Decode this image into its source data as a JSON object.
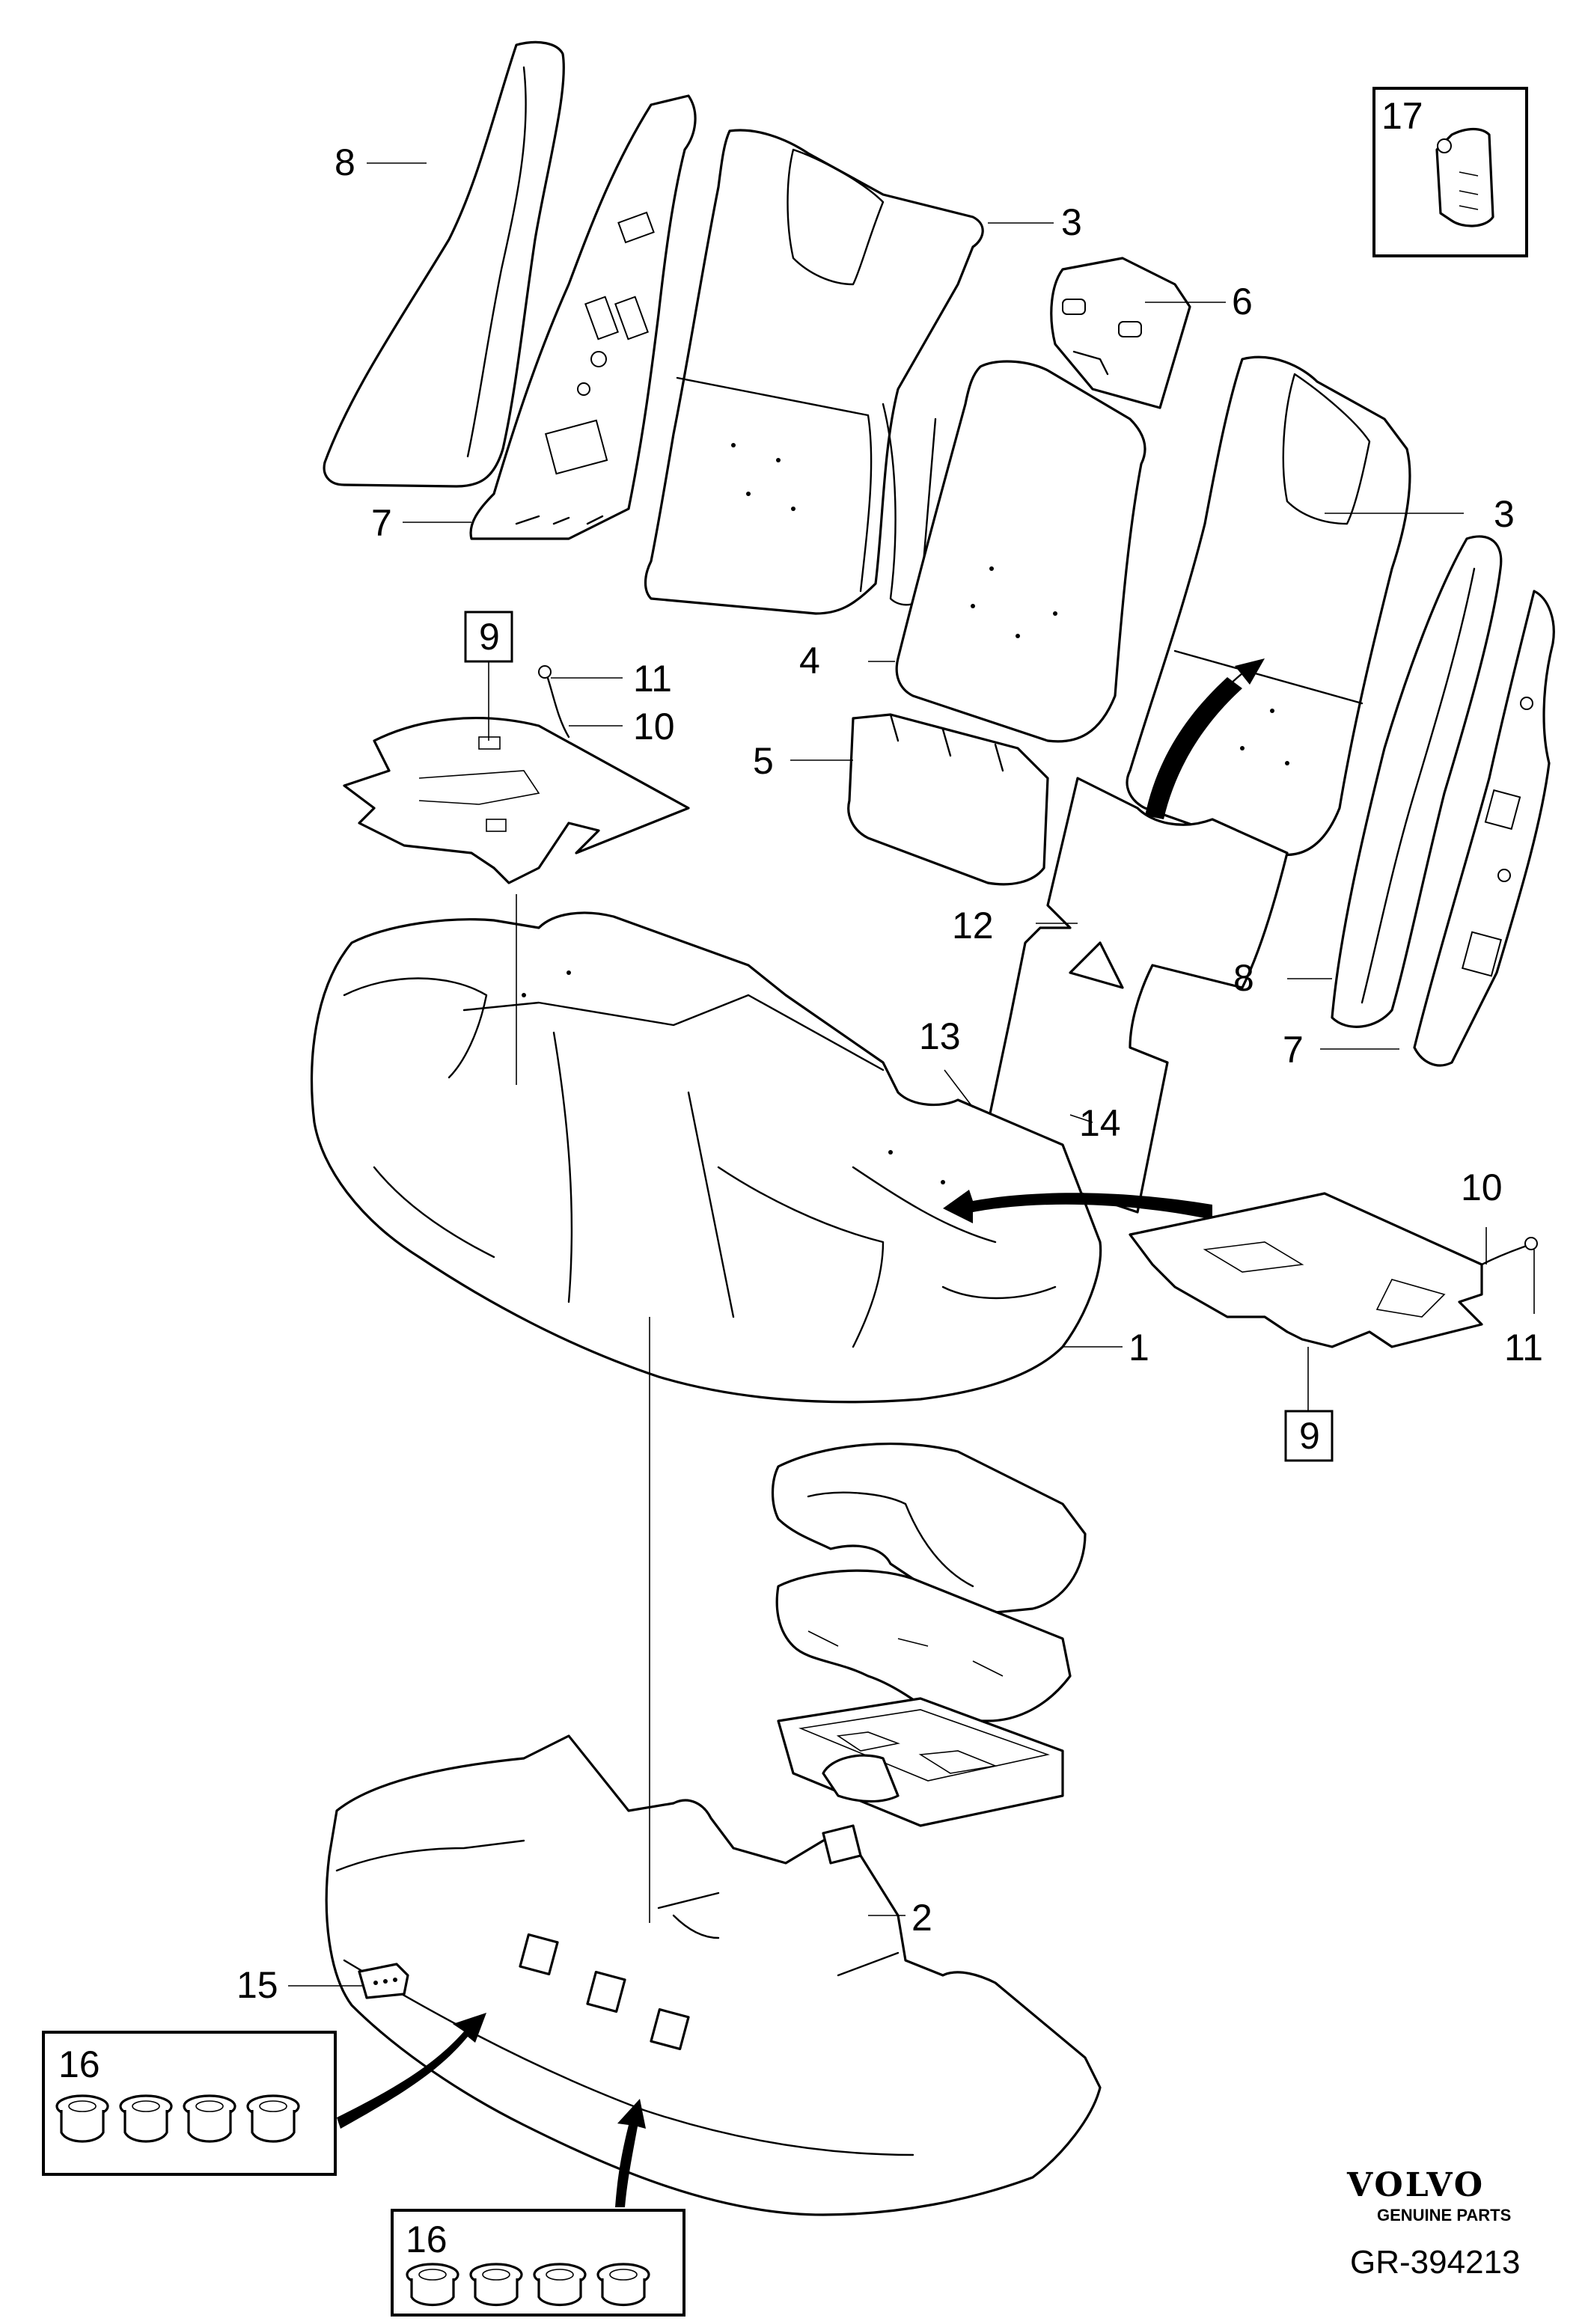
{
  "diagram": {
    "callouts": {
      "c1": "1",
      "c2": "2",
      "c3a": "3",
      "c3b": "3",
      "c4": "4",
      "c5": "5",
      "c6": "6",
      "c7a": "7",
      "c7b": "7",
      "c8a": "8",
      "c8b": "8",
      "c9a": "9",
      "c9b": "9",
      "c10a": "10",
      "c10b": "10",
      "c11a": "11",
      "c11b": "11",
      "c12": "12",
      "c13": "13",
      "c14": "14",
      "c15": "15",
      "c16a": "16",
      "c16b": "16",
      "c17": "17"
    },
    "brand": {
      "logo_text": "VOLVO",
      "tagline": "GENUINE PARTS"
    },
    "reference": "GR-394213"
  }
}
